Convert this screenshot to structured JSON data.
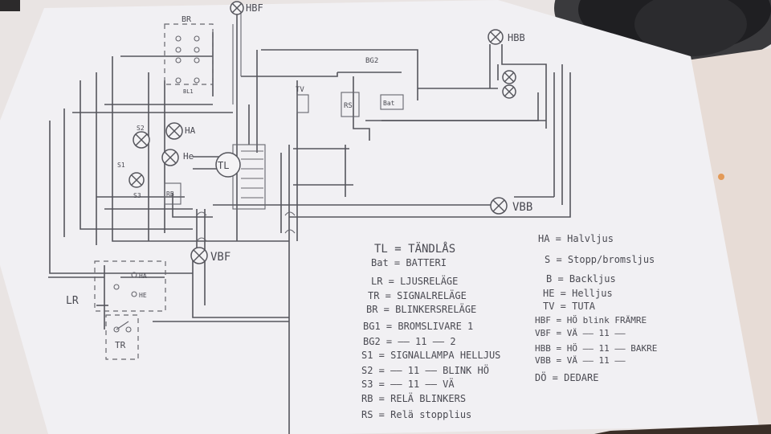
{
  "diagram": {
    "labels": {
      "hbf": "HBF",
      "hbb": "HBB",
      "vbf": "VBF",
      "vbb": "VBB",
      "tl": "TL",
      "br": "BR",
      "bg2": "BG2",
      "tv": "TV",
      "rb": "RB",
      "rs": "RS",
      "bat": "Bat",
      "ha": "HA",
      "he": "He",
      "s1": "S1",
      "s2": "S2",
      "s3": "S3",
      "lr": "LR",
      "tr": "TR",
      "lr_ha": "HA",
      "lr_he": "HE",
      "bl1": "BL1"
    },
    "legend_left": [
      "TL = TÄNDLÅS",
      "Bat = BATTERI",
      "LR = LJUSRELÄGE",
      "TR = SIGNALRELÄGE",
      "BR = BLINKERSRELÄGE",
      "BG1 = BROMSLIVARE 1",
      "BG2 =    —— 11 ——    2",
      "S1 = SIGNALLAMPA HELLJUS",
      "S2 =    —— 11 ——   BLINK HÖ",
      "S3 =    —— 11 ——   VÄ",
      "RB = RELÄ BLINKERS",
      "RS = Relä stopplius"
    ],
    "legend_right": [
      "HA = Halvljus",
      "S = Stopp/bromsljus",
      "B = Backljus",
      "HE = Helljus",
      "TV = TUTA",
      "HBF = HÖ blink FRÄMRE",
      "VBF = VÄ —— 11 ——",
      "HBB = HÖ —— 11 —— BAKRE",
      "VBB = VÄ —— 11 ——",
      "DÖ = DEDARE"
    ]
  }
}
